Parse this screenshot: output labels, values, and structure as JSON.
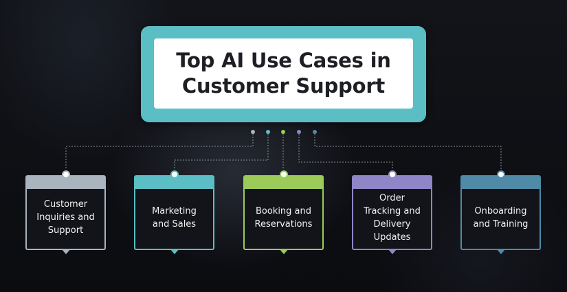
{
  "title": {
    "line1": "Top AI Use Cases in",
    "line2": "Customer Support"
  },
  "colors": {
    "title_frame": "#5cbec5",
    "background": "#0d0e12",
    "connector": "#8a8f99"
  },
  "dots": [
    {
      "color": "#aab4be"
    },
    {
      "color": "#5cbec5"
    },
    {
      "color": "#9ccb5a"
    },
    {
      "color": "#8e86c6"
    },
    {
      "color": "#4f8aa6"
    }
  ],
  "cards": [
    {
      "label": "Customer\nInquiries and\nSupport",
      "color": "#aab4be"
    },
    {
      "label": "Marketing\nand Sales",
      "color": "#5cbec5"
    },
    {
      "label": "Booking and\nReservations",
      "color": "#9ccb5a"
    },
    {
      "label": "Order\nTracking and\nDelivery\nUpdates",
      "color": "#8e86c6"
    },
    {
      "label": "Onboarding\nand Training",
      "color": "#4f8aa6"
    }
  ]
}
